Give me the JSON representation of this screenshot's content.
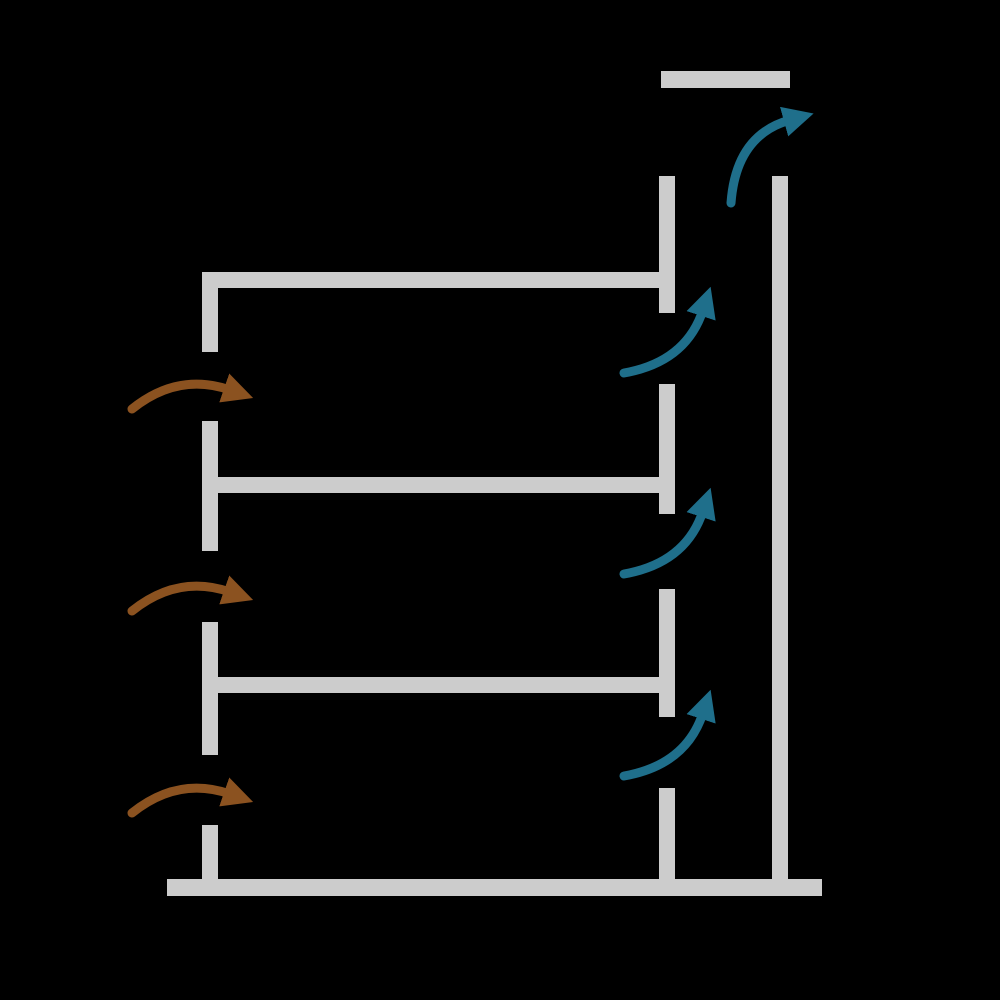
{
  "colors": {
    "background": "#000000",
    "wall": "#cccccc",
    "inflow_arrow": "#8b5220",
    "outflow_arrow": "#1f6f8b"
  },
  "elements": {
    "ground": "slab",
    "floors": 3,
    "windward_openings": 3,
    "atrium_openings": 3,
    "stack_exhaust": 1
  }
}
